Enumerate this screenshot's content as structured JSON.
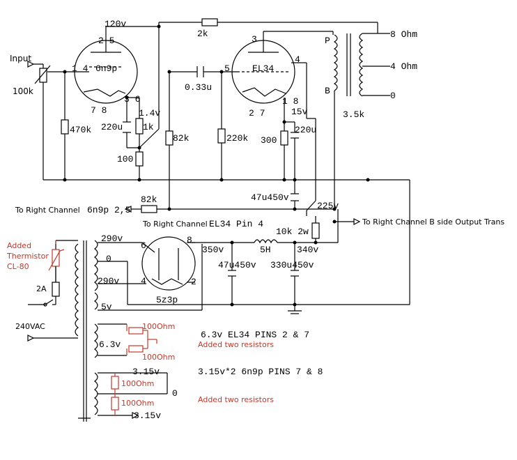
{
  "labels": {
    "input": "Input",
    "pot": "100k",
    "pins_1_4": "1 4",
    "tube1": "6n9p",
    "pins_2_5": "2 5",
    "v120": "120v",
    "pins_7_8a": "7   8",
    "pins_3_6": "3 6",
    "v1_4": "1.4v",
    "cap220a": "220u",
    "r1k": "1k",
    "r470k": "470k",
    "r100": "100",
    "r2k": "2k",
    "r82k": "82k",
    "cap033": "0.33u",
    "pin5": "5",
    "tube2": "EL34",
    "pin3": "3",
    "pin4": "4",
    "pins_2_7": "2  7",
    "pins_1_8": "1 8",
    "v15": "15v",
    "r220k": "220k",
    "r300": "300",
    "cap220b": "220u",
    "p": "P",
    "b": "B",
    "ot": "3.5k",
    "ohm8": "8 Ohm",
    "ohm4": "4 Ohm",
    "ohm0": "0",
    "to_right": "To Right Channel",
    "to_right_pins": "6n9p 2,5",
    "r82k_link": "82k",
    "cap47a": "47u450v",
    "v225": "225v",
    "to_right_el34": "To Right Channel",
    "to_right_el34_pin": "EL34 Pin 4",
    "to_right_b": "To Right Channel B side Output Trans",
    "r10k": "10k 2w",
    "v290a": "290v",
    "pin6": "6",
    "pin8": "8",
    "v350": "350v",
    "choke": "5H",
    "v340": "340v",
    "zero": "0",
    "cap47b": "47u450v",
    "cap330": "330u450v",
    "v290b": "290v",
    "pin4r": "4",
    "pin2r": "2",
    "tube3": "5z3p",
    "v5": "5v",
    "added": "Added",
    "thermistor": "Thermistor",
    "cl80": "CL-80",
    "fuse": "2A",
    "mains": "240VAC",
    "v63": "6.3v",
    "r100a": "100Ohm",
    "r100b": "100Ohm",
    "heat_el34": "6.3v  EL34  PINS 2 & 7",
    "added_two_a": "Added two resistors",
    "v315a": "3.15v",
    "r100c": "100Ohm",
    "r100d": "100Ohm",
    "heat_6n9p": "3.15v*2 6n9p  PINS 7 & 8",
    "zero_h": "0",
    "added_two_b": "Added two resistors",
    "v315b": "3.15v"
  },
  "colors": {
    "wire": "#000000",
    "annotation": "#c0392b",
    "background": "#ffffff"
  }
}
